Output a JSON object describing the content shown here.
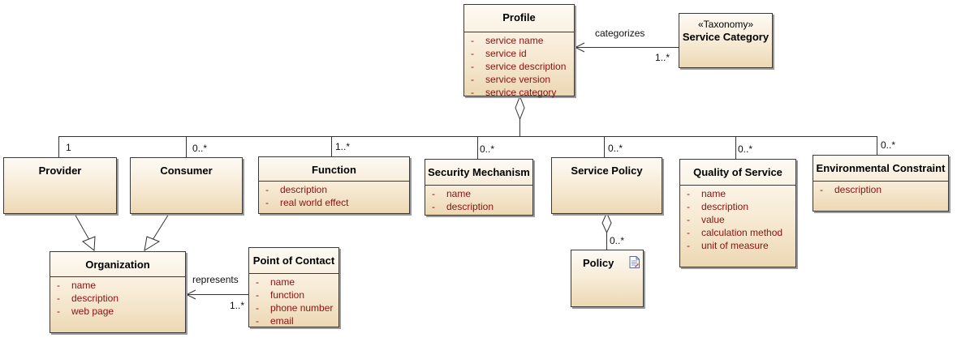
{
  "classes": {
    "profile": {
      "name": "Profile",
      "attributes": [
        {
          "vis": "-",
          "text": "service name"
        },
        {
          "vis": "-",
          "text": "service id"
        },
        {
          "vis": "-",
          "text": "service description"
        },
        {
          "vis": "-",
          "text": "service version"
        },
        {
          "vis": "-",
          "text": "service category"
        }
      ]
    },
    "service_category": {
      "stereotype": "«Taxonomy»",
      "name": "Service Category"
    },
    "provider": {
      "name": "Provider"
    },
    "consumer": {
      "name": "Consumer"
    },
    "function": {
      "name": "Function",
      "attributes": [
        {
          "vis": "-",
          "text": "description"
        },
        {
          "vis": "-",
          "text": "real world effect"
        }
      ]
    },
    "security_mechanism": {
      "name": "Security Mechanism",
      "attributes": [
        {
          "vis": "-",
          "text": "name"
        },
        {
          "vis": "-",
          "text": "description"
        }
      ]
    },
    "service_policy": {
      "name": "Service Policy"
    },
    "quality_of_service": {
      "name": "Quality of Service",
      "attributes": [
        {
          "vis": "-",
          "text": "name"
        },
        {
          "vis": "-",
          "text": "description"
        },
        {
          "vis": "-",
          "text": "value"
        },
        {
          "vis": "-",
          "text": "calculation method"
        },
        {
          "vis": "-",
          "text": "unit of measure"
        }
      ]
    },
    "environmental_constraint": {
      "name": "Environmental Constraint",
      "attributes": [
        {
          "vis": "-",
          "text": "description"
        }
      ]
    },
    "organization": {
      "name": "Organization",
      "attributes": [
        {
          "vis": "-",
          "text": "name"
        },
        {
          "vis": "-",
          "text": "description"
        },
        {
          "vis": "-",
          "text": "web page"
        }
      ]
    },
    "point_of_contact": {
      "name": "Point of Contact",
      "attributes": [
        {
          "vis": "-",
          "text": "name"
        },
        {
          "vis": "-",
          "text": "function"
        },
        {
          "vis": "-",
          "text": "phone number"
        },
        {
          "vis": "-",
          "text": "email"
        }
      ]
    },
    "policy": {
      "name": "Policy",
      "icon": "document-icon"
    }
  },
  "relations": {
    "categorizes": {
      "label": "categorizes",
      "multiplicity": "1..*"
    },
    "represents": {
      "label": "represents",
      "multiplicity": "1..*"
    },
    "provider_mult": "1",
    "consumer_mult": "0..*",
    "function_mult": "1..*",
    "security_mult": "0..*",
    "service_policy_mult": "0..*",
    "qos_mult": "0..*",
    "env_mult": "0..*",
    "policy_mult": "0..*"
  },
  "colors": {
    "attribute_text": "#8a1111",
    "box_border": "#3a3a3a",
    "box_fill_top": "#fdfaf4",
    "box_fill_bottom": "#ecd8b4",
    "line": "#333333"
  }
}
